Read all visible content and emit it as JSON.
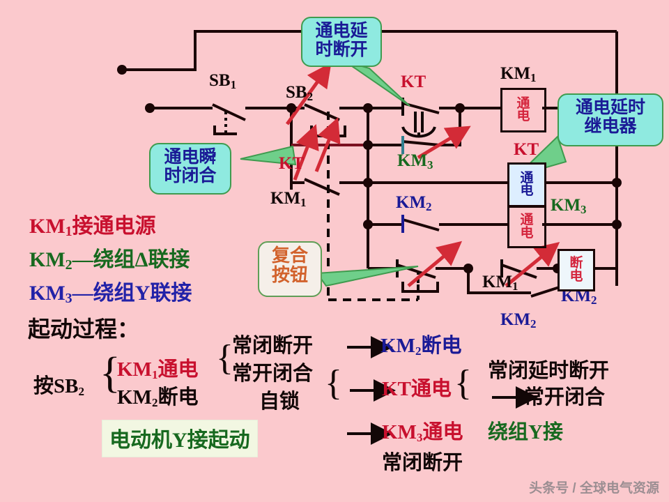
{
  "page": {
    "background_color": "#fbc9cd",
    "watermark": "头条号 / 全球电气资源"
  },
  "callouts": [
    {
      "id": "delay_open",
      "lines": [
        "通电延",
        "时断开"
      ],
      "style": "cyan"
    },
    {
      "id": "instant_close",
      "lines": [
        "通电瞬",
        "时闭合"
      ],
      "style": "cyan"
    },
    {
      "id": "delay_relay",
      "lines": [
        "通电延时",
        "继电器"
      ],
      "style": "cyan"
    },
    {
      "id": "compound_button",
      "lines": [
        "复合",
        "按钮"
      ],
      "style": "pale"
    }
  ],
  "schematic": {
    "labels": {
      "sb1": "SB",
      "sb1_sub": "1",
      "sb2": "SB",
      "sb2_sub": "2",
      "kt_top": "KT",
      "kt_mid": "KT",
      "km1_branch": "KM",
      "km1_branch_sub": "1",
      "km3_contact": "KM",
      "km3_contact_sub": "3",
      "km2_contact": "KM",
      "km2_contact_sub": "2",
      "km1_coil_title": "KM",
      "km1_coil_title_sub": "1",
      "kt_coil_title": "KT",
      "km3_coil_title": "KM",
      "km3_coil_title_sub": "3",
      "km1_bottom": "KM",
      "km1_bottom_sub": "1",
      "km2_bottom": "KM",
      "km2_bottom_sub": "2",
      "km2_coil_title": "KM",
      "km2_coil_title_sub": "2"
    },
    "coils": [
      {
        "id": "km1_coil",
        "text_lines": [
          "通",
          "电"
        ],
        "highlight": false
      },
      {
        "id": "kt_coil",
        "text_lines": [
          "通",
          "电"
        ],
        "highlight": true
      },
      {
        "id": "km3_coil",
        "text_lines": [
          "通",
          "电"
        ],
        "highlight": false
      },
      {
        "id": "km2_coil",
        "text_lines": [
          "断",
          "电"
        ],
        "highlight": false
      }
    ]
  },
  "legend": {
    "lines": [
      {
        "prefix": "KM",
        "sub": "1",
        "text": "接通电源",
        "color": "#c8102e"
      },
      {
        "prefix": "KM",
        "sub": "2",
        "text": "—绕组Δ联接",
        "color": "#17691f"
      },
      {
        "prefix": "KM",
        "sub": "3",
        "text": "—绕组Y联接",
        "color": "#2222a8"
      }
    ],
    "heading": "起动过程："
  },
  "flow": {
    "press": "按SB",
    "press_sub": "2",
    "km1_on": "KM",
    "km1_on_sub": "1",
    "km1_on_text": "通电",
    "km2_off": "KM",
    "km2_off_sub": "2",
    "km2_off_text": "断电",
    "nc_open": "常闭断开",
    "no_close": "常开闭合",
    "self_lock": "自锁",
    "arrow_km2_off": "KM",
    "arrow_km2_off_sub": "2",
    "arrow_km2_off_text": "断电",
    "kt_on": "KT通电",
    "kt_nc_delay_open": "常闭延时断开",
    "kt_no_close": "常开闭合",
    "km3_on": "KM",
    "km3_on_sub": "3",
    "km3_on_text": "通电",
    "km3_y": "绕组Y接",
    "km3_nc_open": "常闭断开",
    "motor_start": "电动机Y接起动"
  },
  "colors": {
    "wire": "#1a0505",
    "red_accent": "#c8102e",
    "blue_accent": "#1a1a96",
    "green_accent": "#17691f",
    "callout_fill": "#8feae0",
    "callout_border": "#3f9b4f"
  }
}
